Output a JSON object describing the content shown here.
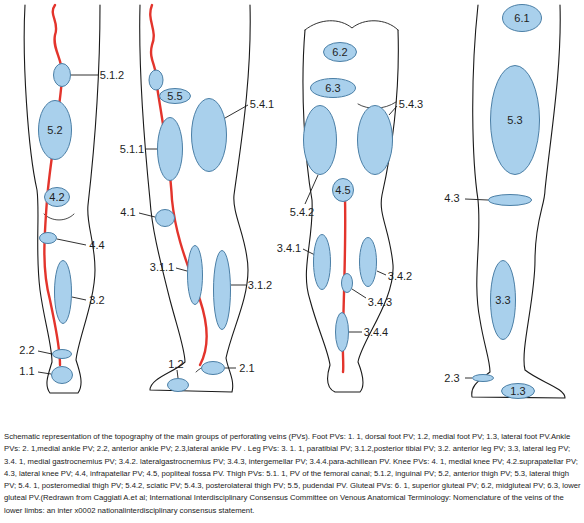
{
  "diagram": {
    "caption": "Schematic representation of the topography of the main groups of perforating veins (PVs). Foot PVs: 1. 1, dorsal foot PV; 1.2, medial foot PV; 1.3, lateral foot PV.Ankle PVs: 2. 1,medial ankle PV; 2.2, anterior ankle PV; 2.3,lateral ankle PV . Leg PVs: 3. 1. 1, paratibial PV; 3.1.2,posterior tibial PV; 3.2. anterior leg PV; 3.3, lateral leg PV; 3.4. 1, medial gastrocnemius PV; 3.4.2. lateralgastrocnemius PV; 3.4.3, intergemellar PV; 3.4.4.para-achillean PV. Knee PVs: 4. 1, medial knee PV; 4.2.suprapatellar PV; 4.3, lateral knee PV; 4.4, infrapatellar PV; 4.5, popliteal fossa PV. Thigh PVs: 5.1. 1, PV of the femoral canal; 5.1.2, inguinal PV; 5.2, anterior thigh PV; 5.3, lateral thigh PV; 5.4. 1, posteromedial thigh PV; 5.4.2, sciatic PV; 5.4.3, posterolateral thigh PV; 5.5, pudendal PV. Gluteal PVs: 6. 1, superior gluteal PV; 6.2, midgluteal PV; 6.3, lower gluteal PV.(Redrawn from Caggiati A.et al; International Interdisciplinary Consensus Committee on Venous Anatomical Terminology: Nomenclature of the veins of the lower limbs: an inter x0002 nationalinterdisciplinary consensus statement.",
    "nodes": [
      {
        "text": [
          "5.1.2"
        ]
      },
      {
        "text": [
          "5.2"
        ]
      },
      {
        "text": [
          "4.2"
        ]
      },
      {
        "text": [
          "4.4"
        ]
      },
      {
        "text": [
          "3.2"
        ]
      },
      {
        "text": [
          "2.2"
        ]
      },
      {
        "text": [
          "1.1"
        ]
      },
      {
        "text": [
          "5.5"
        ]
      },
      {
        "text": [
          "5.1.1"
        ]
      },
      {
        "text": [
          "5.4.1"
        ]
      },
      {
        "text": [
          "4.1"
        ]
      },
      {
        "text": [
          "3.1.1"
        ]
      },
      {
        "text": [
          "3.1.2"
        ]
      },
      {
        "text": [
          "2.1"
        ]
      },
      {
        "text": [
          "1.2"
        ]
      },
      {
        "text": [
          "6.2"
        ]
      },
      {
        "text": [
          "6.3"
        ]
      },
      {
        "text": [
          "5.4.2"
        ]
      },
      {
        "text": [
          "5.4.3"
        ]
      },
      {
        "text": [
          "4.5"
        ]
      },
      {
        "text": [
          "3.4.1"
        ]
      },
      {
        "text": [
          "3.4.2"
        ]
      },
      {
        "text": [
          "3.4.3"
        ]
      },
      {
        "text": [
          "3.4.4"
        ]
      },
      {
        "text": [
          "6.1"
        ]
      },
      {
        "text": [
          "5.3"
        ]
      },
      {
        "text": [
          "4.3"
        ]
      },
      {
        "text": [
          "3.3"
        ]
      },
      {
        "text": [
          "2.3"
        ]
      },
      {
        "text": [
          "1.3"
        ]
      }
    ]
  }
}
